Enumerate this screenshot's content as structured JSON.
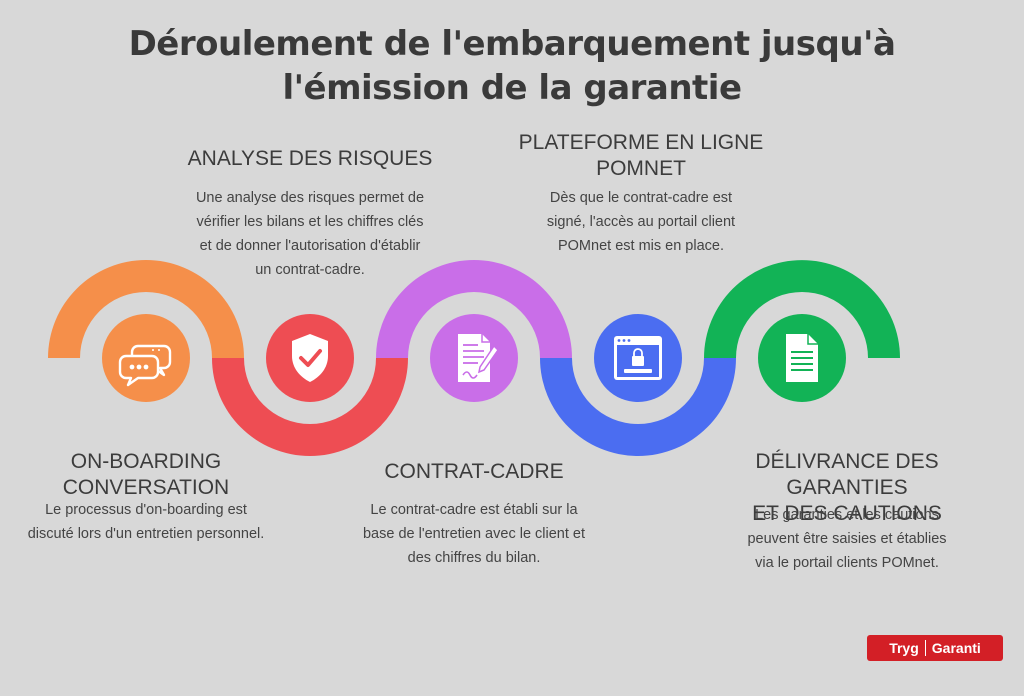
{
  "title": {
    "line1": "Déroulement de l'embarquement jusqu'à",
    "line2": "l'émission de la garantie"
  },
  "colors": {
    "orange": "#f58f4a",
    "red": "#ee4d53",
    "purple": "#c96ee8",
    "blue": "#4b6df1",
    "green": "#12b356",
    "background": "#d8d8d8"
  },
  "steps": [
    {
      "heading_lines": [
        "ON-BOARDING",
        "CONVERSATION"
      ],
      "desc_lines": [
        "Le processus d'on-boarding est",
        "discuté lors d'un entretien personnel."
      ],
      "icon": "chat-bubbles-icon"
    },
    {
      "heading_lines": [
        "ANALYSE DES RISQUES"
      ],
      "desc_lines": [
        "Une analyse des risques permet de",
        "vérifier les bilans et les chiffres clés",
        "et de donner l'autorisation d'établir",
        "un contrat-cadre."
      ],
      "icon": "shield-check-icon"
    },
    {
      "heading_lines": [
        "CONTRAT-CADRE"
      ],
      "desc_lines": [
        "Le contrat-cadre est établi sur la",
        "base de l'entretien avec le client et",
        "des chiffres du bilan."
      ],
      "icon": "signed-contract-icon"
    },
    {
      "heading_lines": [
        "PLATEFORME EN LIGNE",
        "POMNET"
      ],
      "desc_lines": [
        "Dès que le contrat-cadre est",
        "signé, l'accès au portail client",
        "POMnet est mis en place."
      ],
      "icon": "browser-lock-icon"
    },
    {
      "heading_lines": [
        "DÉLIVRANCE DES GARANTIES",
        "ET DES CAUTIONS"
      ],
      "desc_lines": [
        "Les garanties et les cautions",
        "peuvent être saisies et établies",
        "via le portail clients POMnet."
      ],
      "icon": "document-icon"
    }
  ],
  "logo": {
    "left": "Tryg",
    "right": "Garanti"
  }
}
